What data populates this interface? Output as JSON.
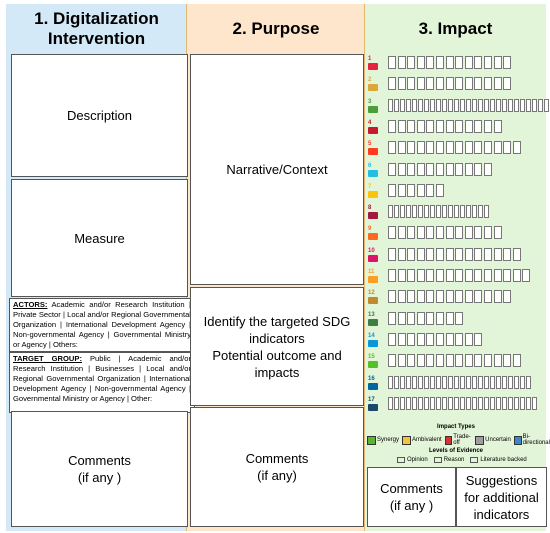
{
  "columns": [
    {
      "title": "1. Digitalization Intervention"
    },
    {
      "title": "2. Purpose"
    },
    {
      "title": "3. Impact"
    }
  ],
  "col1": {
    "description": "Description",
    "measure": "Measure",
    "actors_label": "ACTORS:",
    "actors_text": " Academic and/or Research Institution | Private Sector | Local and/or Regional Governmental Organization | International Development Agency | Non-governmental Agency | Governmental Ministry or Agency | Others:",
    "target_label": "TARGET GROUP:",
    "target_text": " Public | Academic and/or Research Institution | Businesses | Local and/or Regional Governmental Organization | International Development Agency | Non-governmental Agency | Governmental Ministry or Agency | Other:",
    "comments": "Comments\n(if any )"
  },
  "col2": {
    "narrative": "Narrative/Context",
    "targets": "Identify the targeted SDG indicators\nPotential outcome and impacts",
    "comments": "Comments\n(if any)"
  },
  "col3": {
    "sdgs": [
      {
        "num": "1",
        "color": "#e5243b",
        "count": 13
      },
      {
        "num": "2",
        "color": "#dda63a",
        "count": 13
      },
      {
        "num": "3",
        "color": "#4c9f38",
        "count": 27
      },
      {
        "num": "4",
        "color": "#c5192d",
        "count": 12
      },
      {
        "num": "5",
        "color": "#ff3a21",
        "count": 14
      },
      {
        "num": "6",
        "color": "#26bde2",
        "count": 11
      },
      {
        "num": "7",
        "color": "#fcc30b",
        "count": 6
      },
      {
        "num": "8",
        "color": "#a21942",
        "count": 17
      },
      {
        "num": "9",
        "color": "#fd6925",
        "count": 12
      },
      {
        "num": "10",
        "color": "#dd1367",
        "count": 14
      },
      {
        "num": "11",
        "color": "#fd9d24",
        "count": 15
      },
      {
        "num": "12",
        "color": "#bf8b2e",
        "count": 13
      },
      {
        "num": "13",
        "color": "#3f7e44",
        "count": 8
      },
      {
        "num": "14",
        "color": "#0a97d9",
        "count": 10
      },
      {
        "num": "15",
        "color": "#56c02b",
        "count": 14
      },
      {
        "num": "16",
        "color": "#00689d",
        "count": 24
      },
      {
        "num": "17",
        "color": "#19486a",
        "count": 25
      }
    ],
    "impact_types_title": "Impact Types",
    "impact_types": [
      {
        "label": "Synergy",
        "color": "#5cb531"
      },
      {
        "label": "Ambivalent",
        "color": "#f2c43d"
      },
      {
        "label": "Trade-off",
        "color": "#d9322d"
      },
      {
        "label": "Uncertain",
        "color": "#9e9e9e"
      },
      {
        "label": "Bi-directional",
        "color": "#3d86c8"
      }
    ],
    "evidence_title": "Levels of Evidence",
    "evidence": [
      {
        "label": "Opinion"
      },
      {
        "label": "Reason"
      },
      {
        "label": "Literature backed"
      }
    ],
    "comments": "Comments\n(if any )",
    "suggestions": "Suggestions\nfor additional\nindicators"
  }
}
